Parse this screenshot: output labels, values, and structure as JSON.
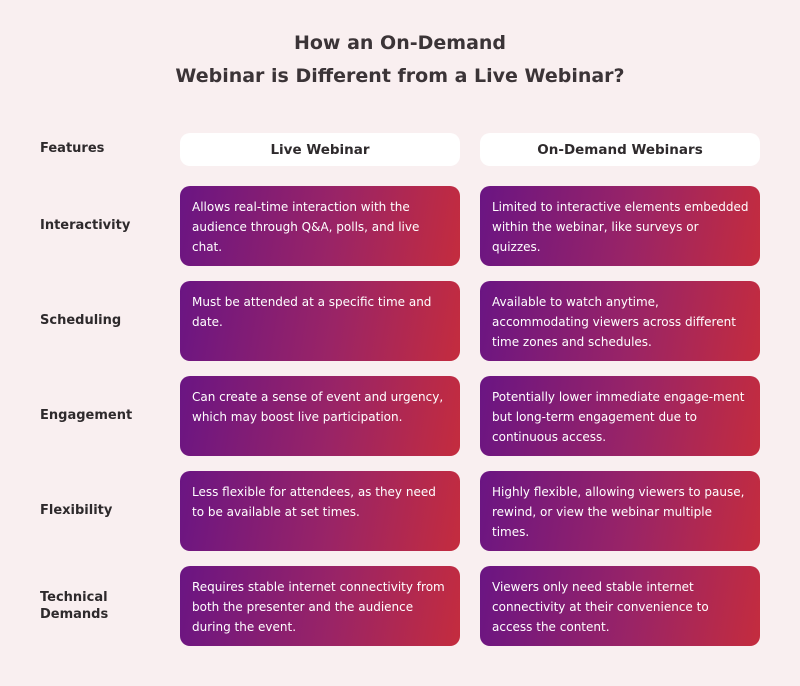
{
  "title": {
    "line1": "How an On-Demand",
    "line2": "Webinar is Different from a Live Webinar?"
  },
  "table": {
    "features_header": "Features",
    "columns": [
      "Live Webinar",
      "On-Demand Webinars"
    ],
    "rows": [
      {
        "feature": "Interactivity",
        "live": "Allows real-time interaction with the audience through Q&A, polls, and live chat.",
        "ondemand": " Limited to interactive elements embedded within the webinar, like surveys or quizzes."
      },
      {
        "feature": "Scheduling",
        "live": "Must be attended at a specific time and date.",
        "ondemand": "Available to watch anytime, accommodating viewers across different time zones and schedules."
      },
      {
        "feature": "Engagement",
        "live": "Can create a sense of event and urgency, which may boost live participation.",
        "ondemand": "Potentially lower immediate engage-ment but long-term engagement due to continuous access."
      },
      {
        "feature": "Flexibility",
        "live": "Less flexible for attendees, as they need to be available at set times.",
        "ondemand": "Highly flexible, allowing viewers to pause, rewind, or view the webinar multiple times."
      },
      {
        "feature": "Technical Demands",
        "live": "Requires stable internet connectivity from both the presenter and the audience during the event.",
        "ondemand": "Viewers only need stable internet connectivity at their convenience to access the content."
      }
    ]
  },
  "colors": {
    "background": "#f9eff0",
    "cell_gradient_start": "#6a1583",
    "cell_gradient_end": "#c42c3e",
    "header_background": "#ffffff",
    "text_dark": "#2e2a2c"
  }
}
